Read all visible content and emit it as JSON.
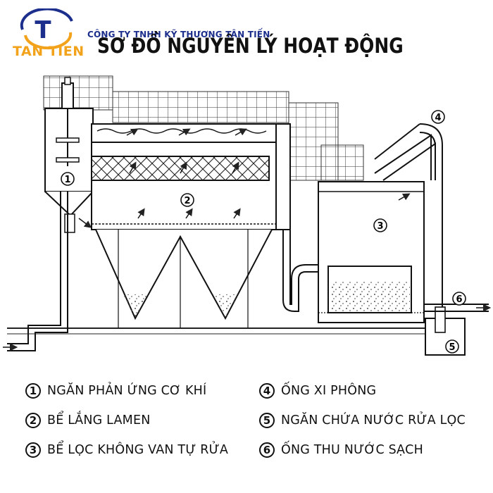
{
  "company": {
    "name": "CÔNG TY TNHH KỸ THƯƠNG TÂN TIẾN",
    "brand": "TAN TIEN",
    "logo_letter": "T",
    "colors": {
      "blue": "#1d2f8c",
      "orange": "#f2a21b"
    }
  },
  "title": "SƠ ĐỒ NGUYÊN LÝ HOẠT ĐỘNG",
  "markers": [
    "1",
    "2",
    "3",
    "4",
    "5",
    "6"
  ],
  "legend": [
    {
      "num": "1",
      "label": "NGĂN PHẢN ỨNG CƠ KHÍ"
    },
    {
      "num": "2",
      "label": "BỂ LẮNG LAMEN"
    },
    {
      "num": "3",
      "label": "BỂ LỌC KHÔNG VAN TỰ RỬA"
    },
    {
      "num": "4",
      "label": "ỐNG XI PHÔNG"
    },
    {
      "num": "5",
      "label": "NGĂN CHỨA NƯỚC RỬA LỌC"
    },
    {
      "num": "6",
      "label": "ỐNG THU NƯỚC SẠCH"
    }
  ]
}
